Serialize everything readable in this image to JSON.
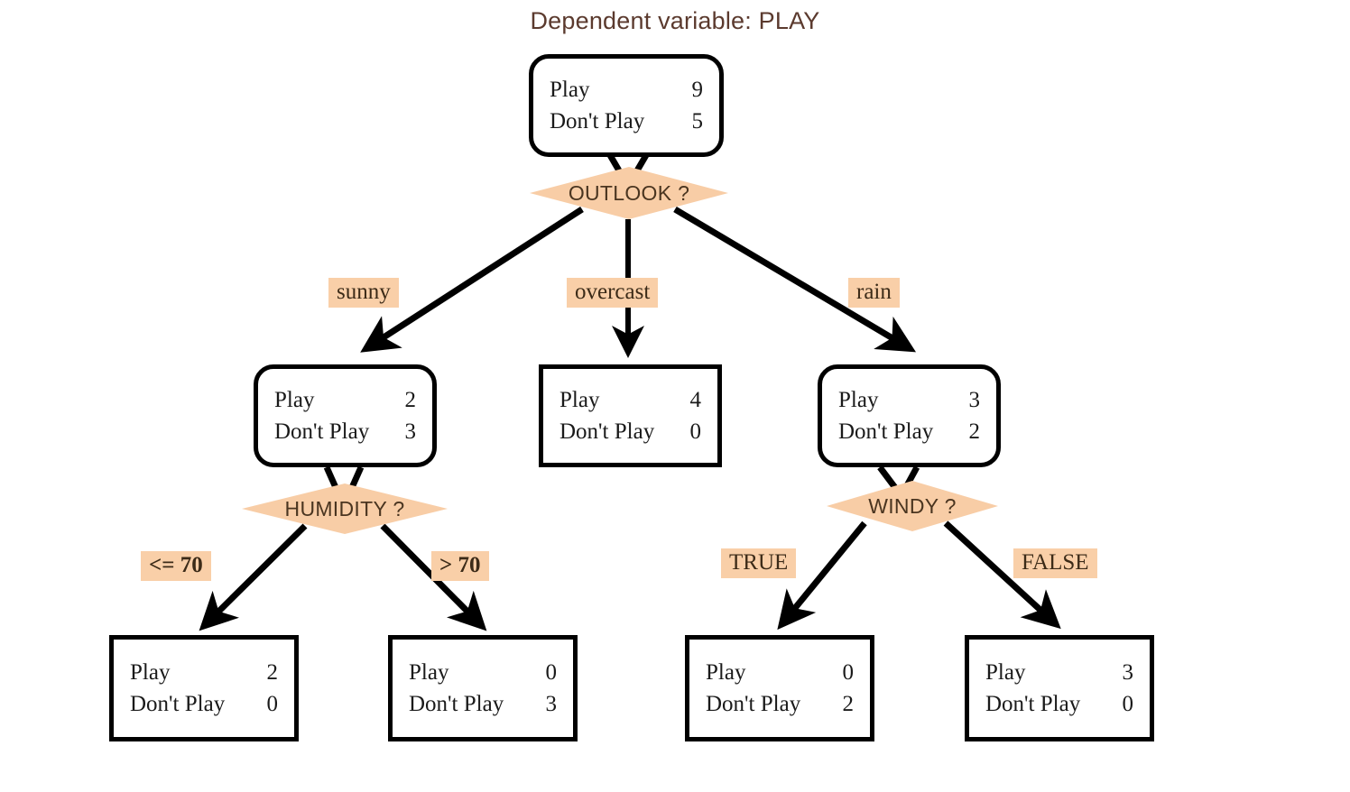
{
  "title": "Dependent variable: PLAY",
  "colors": {
    "title_text": "#5b3a2e",
    "diamond_fill": "#f8cda6",
    "diamond_text": "#4a3520",
    "edge_label_fill": "#f9cfa8",
    "edge_label_text": "#3c2b18",
    "node_border": "#000000",
    "node_fill": "#ffffff",
    "background": "#ffffff"
  },
  "labels": {
    "play": "Play",
    "dont_play": "Don't Play"
  },
  "tree": {
    "root": {
      "name": "root-node",
      "shape": "rounded",
      "play": "9",
      "dont_play": "5",
      "test": "OUTLOOK ?"
    },
    "level2": [
      {
        "name": "sunny-node",
        "edge_label": "sunny",
        "shape": "rounded",
        "play": "2",
        "dont_play": "3",
        "test": "HUMIDITY ?"
      },
      {
        "name": "overcast-node",
        "edge_label": "overcast",
        "shape": "rect",
        "play": "4",
        "dont_play": "0",
        "test": null
      },
      {
        "name": "rain-node",
        "edge_label": "rain",
        "shape": "rounded",
        "play": "3",
        "dont_play": "2",
        "test": "WINDY ?"
      }
    ],
    "level3": [
      {
        "name": "humidity-le70-leaf",
        "edge_label": "<= 70",
        "shape": "rect",
        "play": "2",
        "dont_play": "0"
      },
      {
        "name": "humidity-gt70-leaf",
        "edge_label": "> 70",
        "shape": "rect",
        "play": "0",
        "dont_play": "3"
      },
      {
        "name": "windy-true-leaf",
        "edge_label": "TRUE",
        "shape": "rect",
        "play": "0",
        "dont_play": "2"
      },
      {
        "name": "windy-false-leaf",
        "edge_label": "FALSE",
        "shape": "rect",
        "play": "3",
        "dont_play": "0"
      }
    ]
  },
  "chart_data": {
    "type": "diagram",
    "diagram_kind": "decision-tree",
    "title": "Dependent variable: PLAY",
    "class_labels": [
      "Play",
      "Don't Play"
    ],
    "nodes": [
      {
        "id": "root",
        "level": 0,
        "counts": {
          "Play": 9,
          "Don't Play": 5
        },
        "split_attribute": "OUTLOOK",
        "is_leaf": false
      },
      {
        "id": "sunny",
        "level": 1,
        "parent": "root",
        "branch": "sunny",
        "counts": {
          "Play": 2,
          "Don't Play": 3
        },
        "split_attribute": "HUMIDITY",
        "is_leaf": false
      },
      {
        "id": "overcast",
        "level": 1,
        "parent": "root",
        "branch": "overcast",
        "counts": {
          "Play": 4,
          "Don't Play": 0
        },
        "split_attribute": null,
        "is_leaf": true
      },
      {
        "id": "rain",
        "level": 1,
        "parent": "root",
        "branch": "rain",
        "counts": {
          "Play": 3,
          "Don't Play": 2
        },
        "split_attribute": "WINDY",
        "is_leaf": false
      },
      {
        "id": "humidity-le70",
        "level": 2,
        "parent": "sunny",
        "branch": "<= 70",
        "counts": {
          "Play": 2,
          "Don't Play": 0
        },
        "split_attribute": null,
        "is_leaf": true
      },
      {
        "id": "humidity-gt70",
        "level": 2,
        "parent": "sunny",
        "branch": "> 70",
        "counts": {
          "Play": 0,
          "Don't Play": 3
        },
        "split_attribute": null,
        "is_leaf": true
      },
      {
        "id": "windy-true",
        "level": 2,
        "parent": "rain",
        "branch": "TRUE",
        "counts": {
          "Play": 0,
          "Don't Play": 2
        },
        "split_attribute": null,
        "is_leaf": true
      },
      {
        "id": "windy-false",
        "level": 2,
        "parent": "rain",
        "branch": "FALSE",
        "counts": {
          "Play": 3,
          "Don't Play": 0
        },
        "split_attribute": null,
        "is_leaf": true
      }
    ]
  }
}
